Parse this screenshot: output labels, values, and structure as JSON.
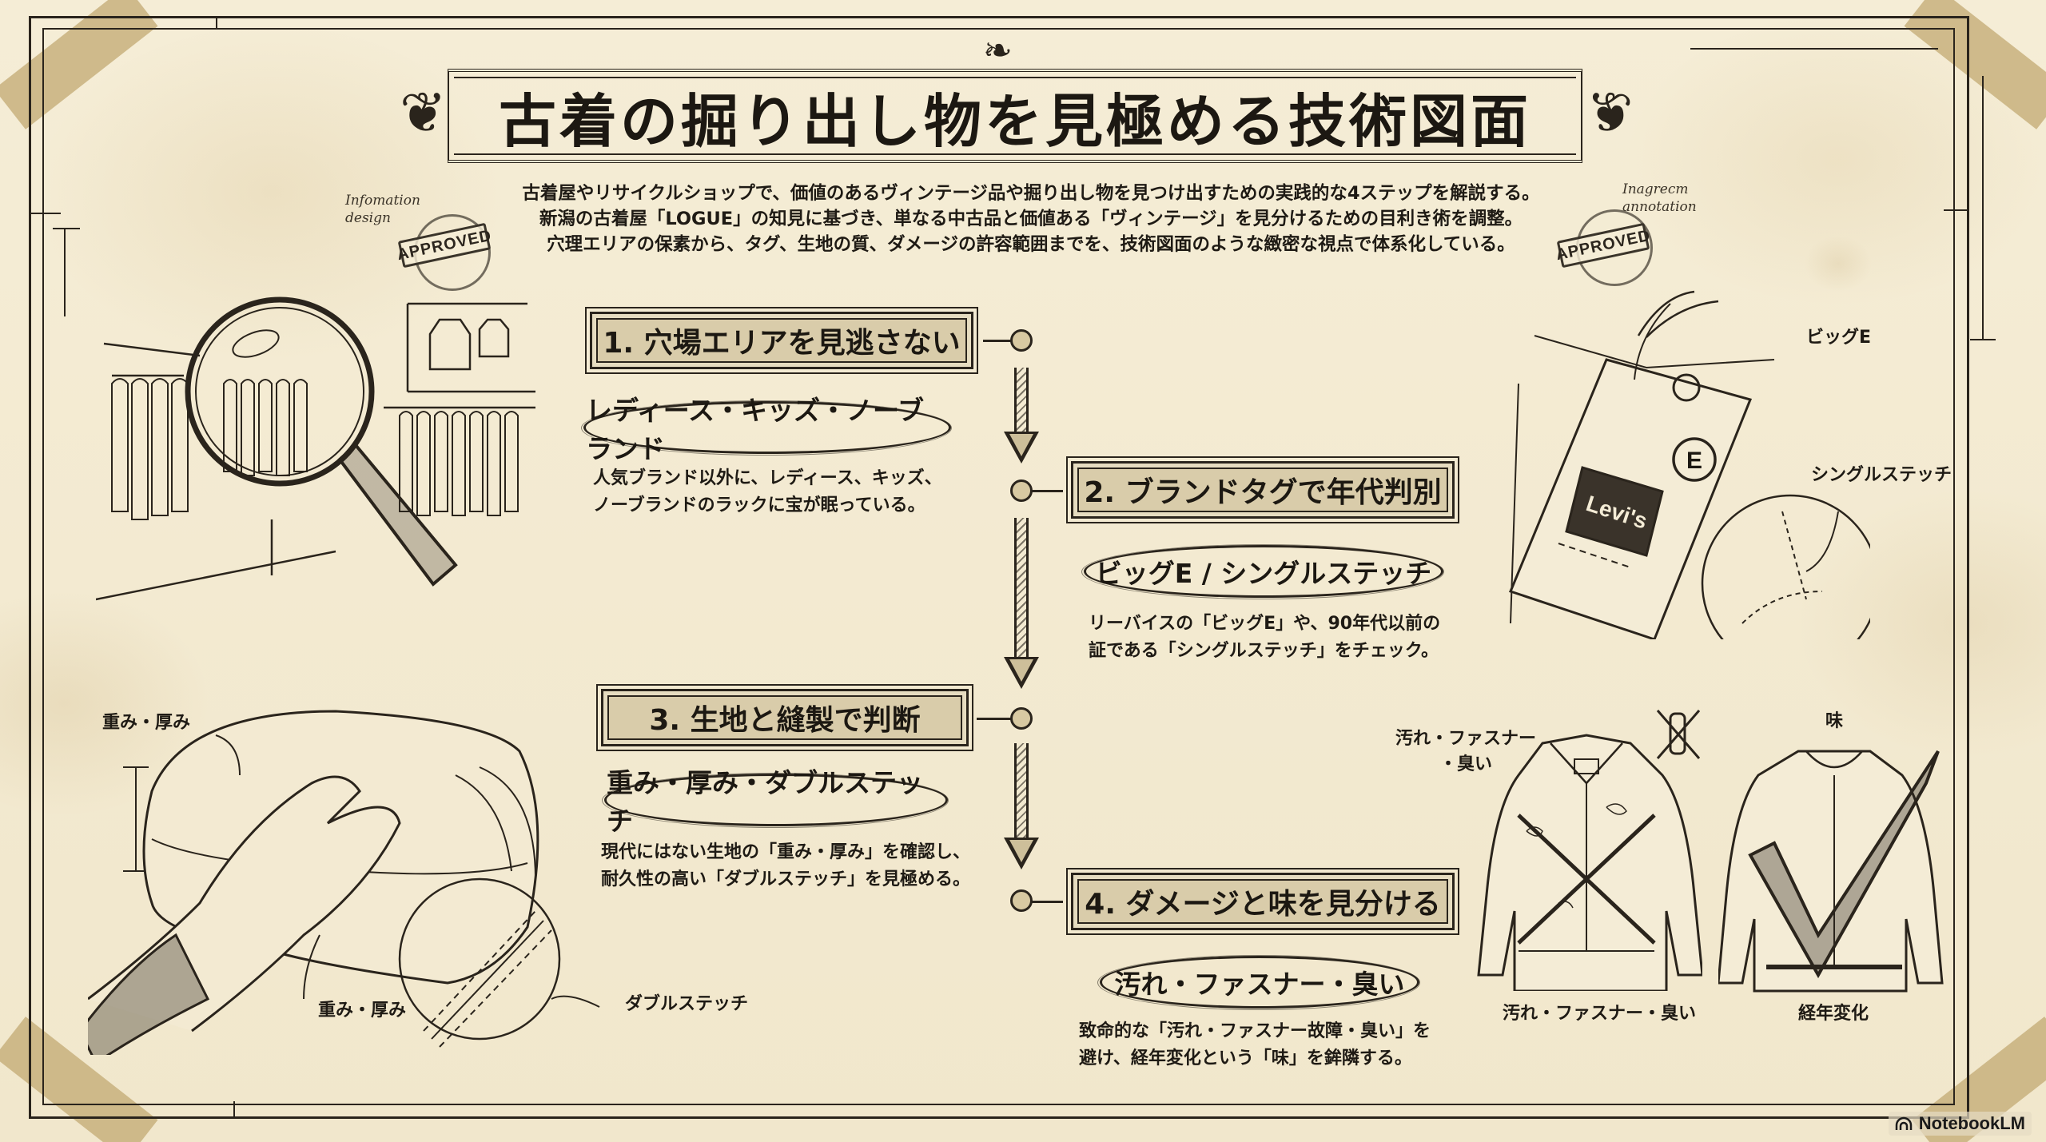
{
  "title": "古着の掘り出し物を見極める技術図面",
  "intro": [
    "古着屋やリサイクルショップで、価値のあるヴィンテージ品や掘り出し物を見つけ出すための実践的な4ステップを解説する。",
    "新潟の古着屋「LOGUE」の知見に基づき、単なる中古品と価値ある「ヴィンテージ」を見分けるための目利き術を調整。",
    "穴理エリアの保素から、タグ、生地の質、ダメージの許容範囲までを、技術図面のような緻密な視点で体系化している。"
  ],
  "annotations": {
    "left_script": [
      "Infomation",
      "design"
    ],
    "right_script": [
      "Inagrecm",
      "annotation"
    ],
    "stamp_label": "APPROVED"
  },
  "steps": [
    {
      "title": "1. 穴場エリアを見逃さない",
      "keyword": "レディース・キッズ・ノーブランド",
      "desc": [
        "人気ブランド以外に、レディース、キッズ、",
        "ノーブランドのラックに宝が眠っている。"
      ]
    },
    {
      "title": "2. ブランドタグで年代判別",
      "keyword": "ビッグE / シングルステッチ",
      "desc": [
        "リーバイスの「ビッグE」や、90年代以前の",
        "証である「シングルステッチ」をチェック。"
      ]
    },
    {
      "title": "3. 生地と縫製で判断",
      "keyword": "重み・厚み・ダブルステッチ",
      "desc": [
        "現代にはない生地の「重み・厚み」を確認し、",
        "耐久性の高い「ダブルステッチ」を見極める。"
      ]
    },
    {
      "title": "4. ダメージと味を見分ける",
      "keyword": "汚れ・ファスナー・臭い",
      "desc": [
        "致命的な「汚れ・ファスナー故障・臭い」を",
        "避け、経年変化という「味」を鉾隣する。"
      ]
    }
  ],
  "illustrations": {
    "store": {
      "icon": "magnifying-glass-store"
    },
    "tag": {
      "brand": "Levi's",
      "big_e": "E",
      "label_big_e": "ビッグE",
      "label_single_stitch": "シングルステッチ"
    },
    "fabric": {
      "label_top": "重み・厚み",
      "label_bottom": "重み・厚み",
      "label_stitch": "ダブルステッチ"
    },
    "jackets": {
      "bad_label_top": [
        "汚れ・ファスナー",
        "・臭い"
      ],
      "bad_label_bottom": "汚れ・ファスナー・臭い",
      "good_label_top": "味",
      "good_label_bottom": "経年変化"
    }
  },
  "footer": {
    "brand": "NotebookLM"
  },
  "colors": {
    "paper": "#f3ead2",
    "ink": "#2a241c",
    "plaque": "#d9ccaa",
    "tape": "#c4ac76"
  }
}
